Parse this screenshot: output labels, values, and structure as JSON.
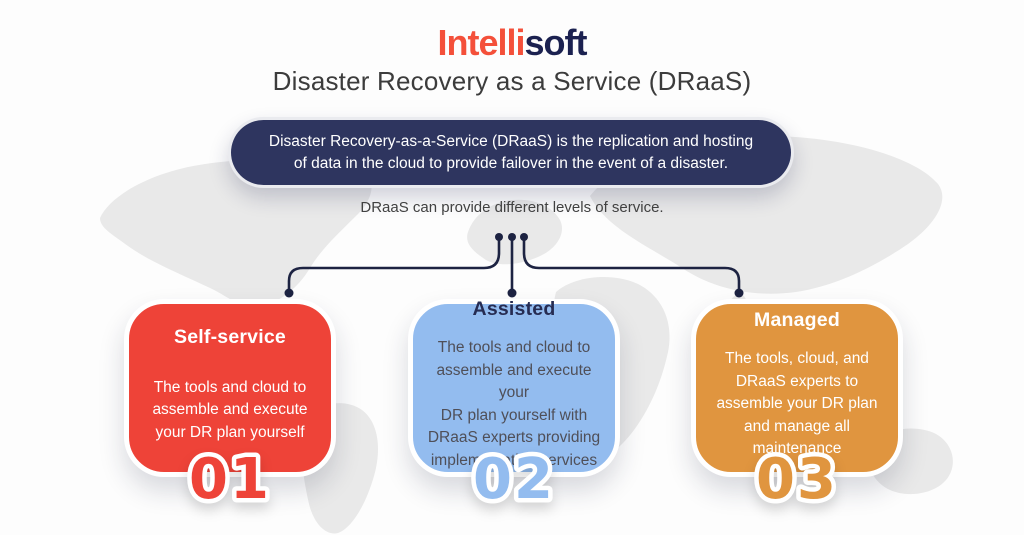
{
  "logo": {
    "part1": "Intelli",
    "part2": "soft"
  },
  "title": "Disaster Recovery as a Service (DRaaS)",
  "banner": {
    "text": "Disaster Recovery-as-a-Service (DRaaS) is the replication and hosting\nof data in the cloud to provide failover in the event of a disaster."
  },
  "subtitle": "DRaaS can provide different levels of service.",
  "cards": [
    {
      "number": "01",
      "heading": "Self-service",
      "body": "The tools and cloud to\nassemble and execute\nyour DR plan yourself",
      "color": "#ee4338",
      "heading_color": "#ffffff",
      "body_color": "#ffffff"
    },
    {
      "number": "02",
      "heading": "Assisted",
      "body": "The tools and cloud to\nassemble and execute your\nDR plan yourself with\nDRaaS experts providing\nimplementation services",
      "color": "#93bcef",
      "heading_color": "#262c52",
      "body_color": "#4f4f58"
    },
    {
      "number": "03",
      "heading": "Managed",
      "body": "The tools, cloud, and\nDRaaS experts to\nassemble your DR plan\nand manage all\nmaintenance",
      "color": "#e0953f",
      "heading_color": "#ffffff",
      "body_color": "#ffffff"
    }
  ],
  "colors": {
    "background": "#fdfdfd",
    "map": "#e9e9e9",
    "logo_red": "#f4503a",
    "logo_navy": "#1b2150",
    "title_text": "#3c3c3c",
    "banner_bg": "#2e355f",
    "banner_text": "#ffffff",
    "subtitle_text": "#414141",
    "connector": "#1d2342"
  }
}
